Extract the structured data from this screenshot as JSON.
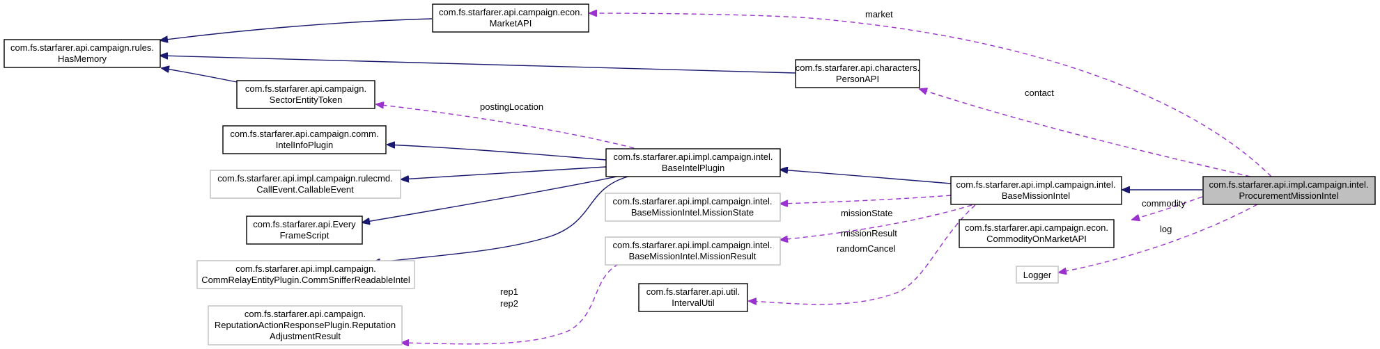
{
  "nodes": {
    "market_api": {
      "lines": [
        "com.fs.starfarer.api.campaign.econ.",
        "MarketAPI"
      ]
    },
    "has_memory": {
      "lines": [
        "com.fs.starfarer.api.campaign.rules.",
        "HasMemory"
      ]
    },
    "person_api": {
      "lines": [
        "com.fs.starfarer.api.characters.",
        "PersonAPI"
      ]
    },
    "sector_entity_token": {
      "lines": [
        "com.fs.starfarer.api.campaign.",
        "SectorEntityToken"
      ]
    },
    "intel_info_plugin": {
      "lines": [
        "com.fs.starfarer.api.campaign.comm.",
        "IntelInfoPlugin"
      ]
    },
    "base_intel_plugin": {
      "lines": [
        "com.fs.starfarer.api.impl.campaign.intel.",
        "BaseIntelPlugin"
      ]
    },
    "callable_event": {
      "lines": [
        "com.fs.starfarer.api.impl.campaign.rulecmd.",
        "CallEvent.CallableEvent"
      ]
    },
    "every_frame_script": {
      "lines": [
        "com.fs.starfarer.api.Every",
        "FrameScript"
      ]
    },
    "comm_sniffer": {
      "lines": [
        "com.fs.starfarer.api.impl.campaign.",
        "CommRelayEntityPlugin.CommSnifferReadableIntel"
      ]
    },
    "reputation_adjustment": {
      "lines": [
        "com.fs.starfarer.api.campaign.",
        "ReputationActionResponsePlugin.Reputation",
        "AdjustmentResult"
      ]
    },
    "mission_state": {
      "lines": [
        "com.fs.starfarer.api.impl.campaign.intel.",
        "BaseMissionIntel.MissionState"
      ]
    },
    "mission_result": {
      "lines": [
        "com.fs.starfarer.api.impl.campaign.intel.",
        "BaseMissionIntel.MissionResult"
      ]
    },
    "interval_util": {
      "lines": [
        "com.fs.starfarer.api.util.",
        "IntervalUtil"
      ]
    },
    "base_mission_intel": {
      "lines": [
        "com.fs.starfarer.api.impl.campaign.intel.",
        "BaseMissionIntel"
      ]
    },
    "commodity_on_market": {
      "lines": [
        "com.fs.starfarer.api.campaign.econ.",
        "CommodityOnMarketAPI"
      ]
    },
    "logger": {
      "lines": [
        "Logger"
      ]
    },
    "procurement_mission_intel": {
      "lines": [
        "com.fs.starfarer.api.impl.campaign.intel.",
        "ProcurementMissionIntel"
      ]
    }
  },
  "edge_labels": {
    "market": "market",
    "contact": "contact",
    "posting_location": "postingLocation",
    "mission_state": "missionState",
    "mission_result": "missionResult",
    "commodity": "commodity",
    "log": "log",
    "random_cancel": "randomCancel",
    "rep1": "rep1",
    "rep2": "rep2"
  },
  "colors": {
    "inheritance_edge": "#191970",
    "usage_edge": "#9a32cd",
    "highlight_fill": "#bfbfbf",
    "gray_border": "#bfbfbf"
  }
}
